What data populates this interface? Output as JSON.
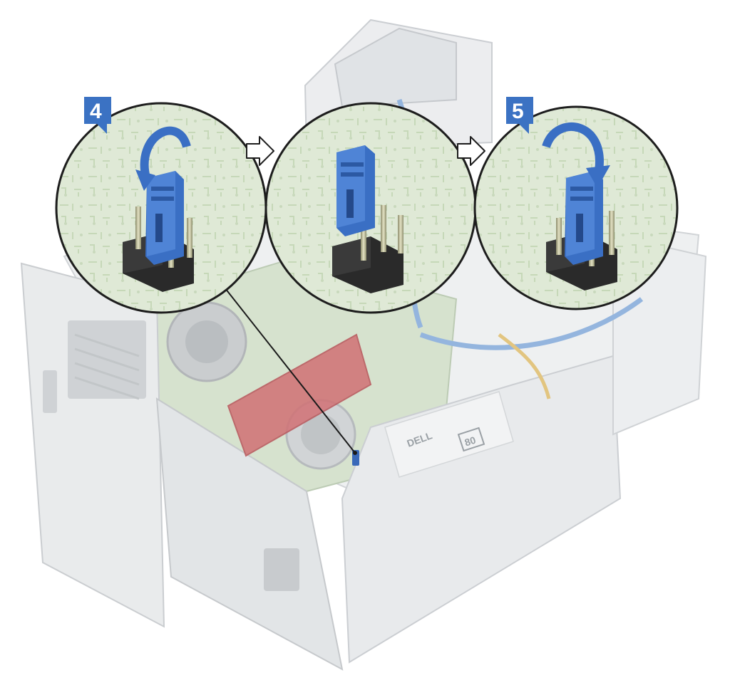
{
  "steps": [
    {
      "number": "4",
      "action": "remove-jumper"
    },
    {
      "number": "5",
      "action": "install-jumper"
    }
  ],
  "psu": {
    "brand": "DELL",
    "certification": "80"
  },
  "colors": {
    "jumper": "#3a6fc4",
    "badge": "#3b72c3",
    "chassis": "#e6e8ea",
    "board": "#cfe0c8",
    "card": "#c8545a",
    "cable": "#7ea7d8"
  }
}
